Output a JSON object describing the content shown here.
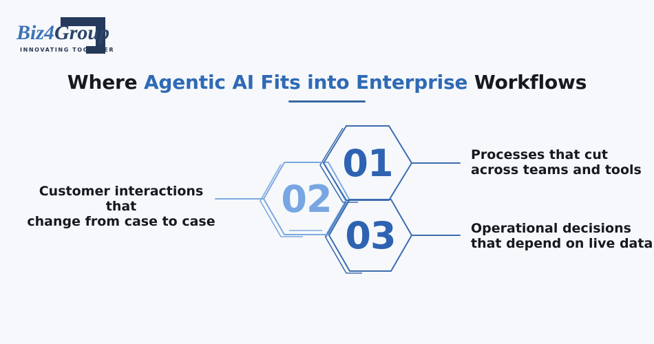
{
  "logo": {
    "brand_blue": "Biz",
    "brand_digit": "4",
    "brand_dark": "Group",
    "tagline": "INNOVATING TOGETHER"
  },
  "title": {
    "prefix": "Where",
    "highlight": "Agentic AI Fits into Enterprise",
    "suffix": "Workflows"
  },
  "steps": {
    "one": {
      "number": "01",
      "line1": "Processes that cut",
      "line2": "across teams and tools"
    },
    "two": {
      "number": "02",
      "line1": "Customer interactions that",
      "line2": "change from case to case"
    },
    "three": {
      "number": "03",
      "line1": "Operational decisions",
      "line2": "that depend on live data"
    }
  },
  "colors": {
    "background": "#f6f8fb",
    "title_accent_blue": "#2f6ab5",
    "underline_blue": "#38689f",
    "hex_outline_dark": "#3b6cb0",
    "hex_outline_light": "#7da8e0",
    "number_dark": "#2e63b2",
    "number_light": "#77a6e3",
    "text_dark": "#16191d",
    "logo_navy": "#24395b",
    "logo_blue": "#3d73b6"
  }
}
